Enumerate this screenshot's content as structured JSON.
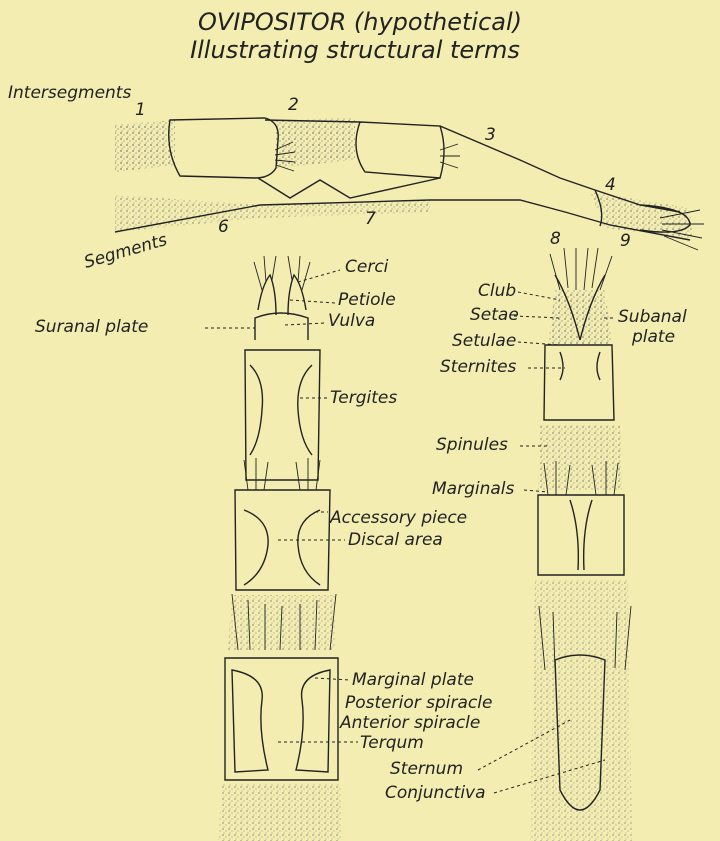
{
  "title": {
    "line1": "OVIPOSITOR (hypothetical)",
    "line2": "Illustrating structural terms"
  },
  "top_view": {
    "intersegments_label": "Intersegments",
    "segments_label": "Segments",
    "intersegment_numbers": [
      "1",
      "2",
      "3",
      "4"
    ],
    "segment_numbers": [
      "6",
      "7",
      "8",
      "9"
    ]
  },
  "left_labels": {
    "cerci": "Cerci",
    "petiole": "Petiole",
    "vulva": "Vulva",
    "suranal_plate": "Suranal plate",
    "tergites": "Tergites",
    "accessory_piece": "Accessory piece",
    "discal_area": "Discal area",
    "marginal_plate": "Marginal plate",
    "posterior_spiracle": "Posterior spiracle",
    "anterior_spiracle": "Anterior spiracle",
    "terqum": "Terqum"
  },
  "right_labels": {
    "club": "Club",
    "setae": "Setae",
    "subanal_plate_line1": "Subanal",
    "subanal_plate_line2": "plate",
    "setulae": "Setulae",
    "sternites": "Sternites",
    "spinules": "Spinules",
    "marginals": "Marginals",
    "sternum": "Sternum",
    "conjunctiva": "Conjunctiva"
  }
}
